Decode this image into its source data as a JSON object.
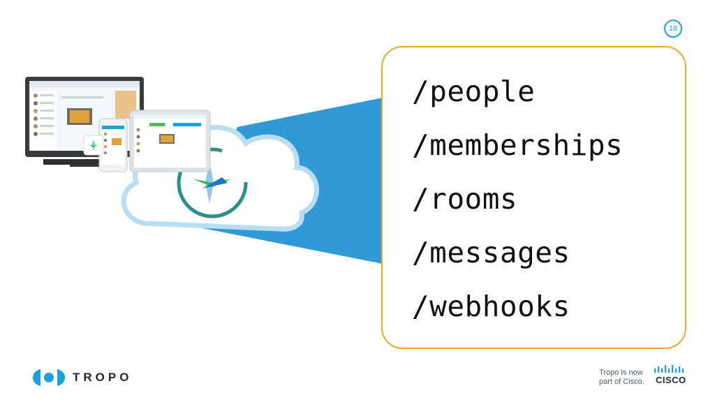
{
  "slide": {
    "page_number": "18"
  },
  "endpoints": [
    "/people",
    "/memberships",
    "/rooms",
    "/messages",
    "/webhooks"
  ],
  "footer": {
    "brand": "TROPO",
    "cisco_note_line1": "Tropo is now",
    "cisco_note_line2": "part of Cisco.",
    "cisco_wordmark": "CISCO"
  },
  "colors": {
    "accent_blue": "#1aa1dc",
    "beam_blue": "#2f9ad6",
    "box_border": "#f5a623",
    "ring_teal": "#2a8f8a"
  },
  "icons": [
    "tropo-logo-icon",
    "cisco-logo-icon",
    "spark-logo-icon"
  ]
}
